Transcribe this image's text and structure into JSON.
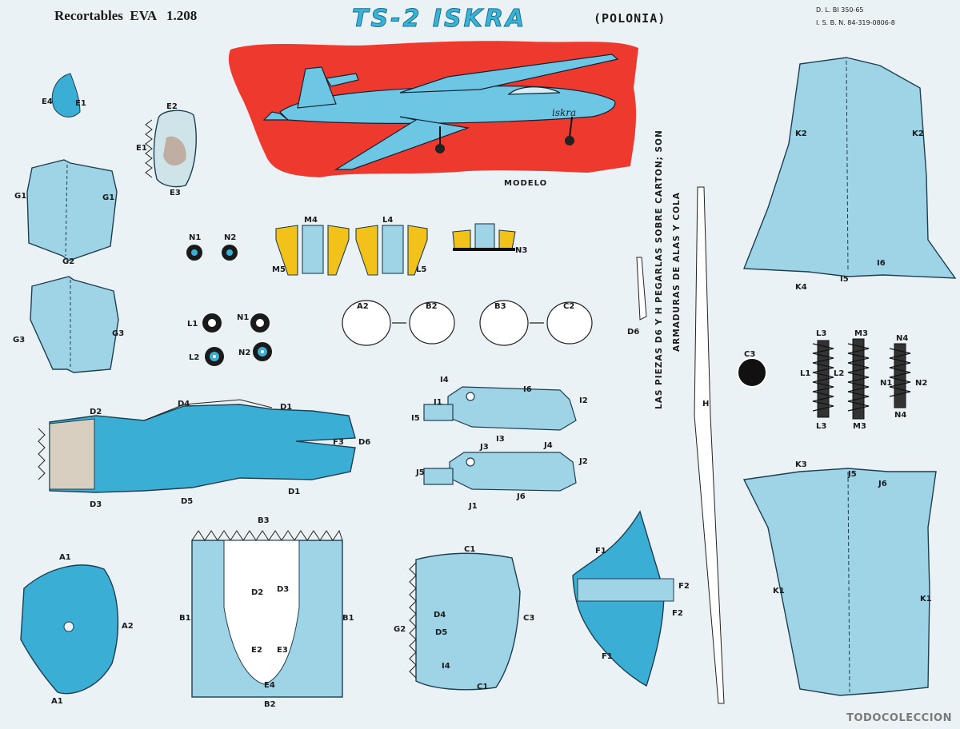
{
  "header": {
    "series": "Recortables",
    "brand": "EVA",
    "number": "1.208",
    "title": "TS-2 ISKRA",
    "country": "(POLONIA)",
    "legal_1": "D. L. BI 350-65",
    "legal_2": "I. S. B. N. 84-319-0806-8"
  },
  "model_label": "MODELO",
  "fuselage_script": "iskra",
  "note_line_1": "LAS PIEZAS D6 Y H PEGARLAS SOBRE CARTON; SON",
  "note_line_2": "ARMADURAS DE ALAS Y COLA",
  "watermark": "TODOCOLECCION",
  "parts": {
    "E4": "E4",
    "E1": "E1",
    "E2": "E2",
    "E3": "E3",
    "G1": "G1",
    "G2": "G2",
    "G3": "G3",
    "N1": "N1",
    "N2": "N2",
    "L1": "L1",
    "L2": "L2",
    "M4": "M4",
    "M5": "M5",
    "L4": "L4",
    "L5": "L5",
    "M3": "M3",
    "N3": "N3",
    "A2": "A2",
    "B2": "B2",
    "B3": "B3",
    "C2": "C2",
    "D1": "D1",
    "D2": "D2",
    "D3": "D3",
    "D4": "D4",
    "D5": "D5",
    "D6": "D6",
    "F3": "F3",
    "I1": "I1",
    "I2": "I2",
    "I3": "I3",
    "I4": "I4",
    "I5": "I5",
    "I6": "I6",
    "J1": "J1",
    "J2": "J2",
    "J3": "J3",
    "J4": "J4",
    "J5": "J5",
    "J6": "J6",
    "K1": "K1",
    "K2": "K2",
    "K3": "K3",
    "K4": "K4",
    "C1": "C1",
    "C3": "C3",
    "A1": "A1",
    "B1": "B1",
    "F1": "F1",
    "F2": "F2",
    "H": "H",
    "N4": "N4",
    "L3": "L3"
  },
  "colors": {
    "paper": "#eaf2f5",
    "part_blue": "#9fd3e6",
    "part_blue_dark": "#3aaed4",
    "outline": "#1d3f52",
    "model_red": "#ee3a2e",
    "gear_yellow": "#f2c21a",
    "wheel_dark": "#1a1a1a"
  }
}
